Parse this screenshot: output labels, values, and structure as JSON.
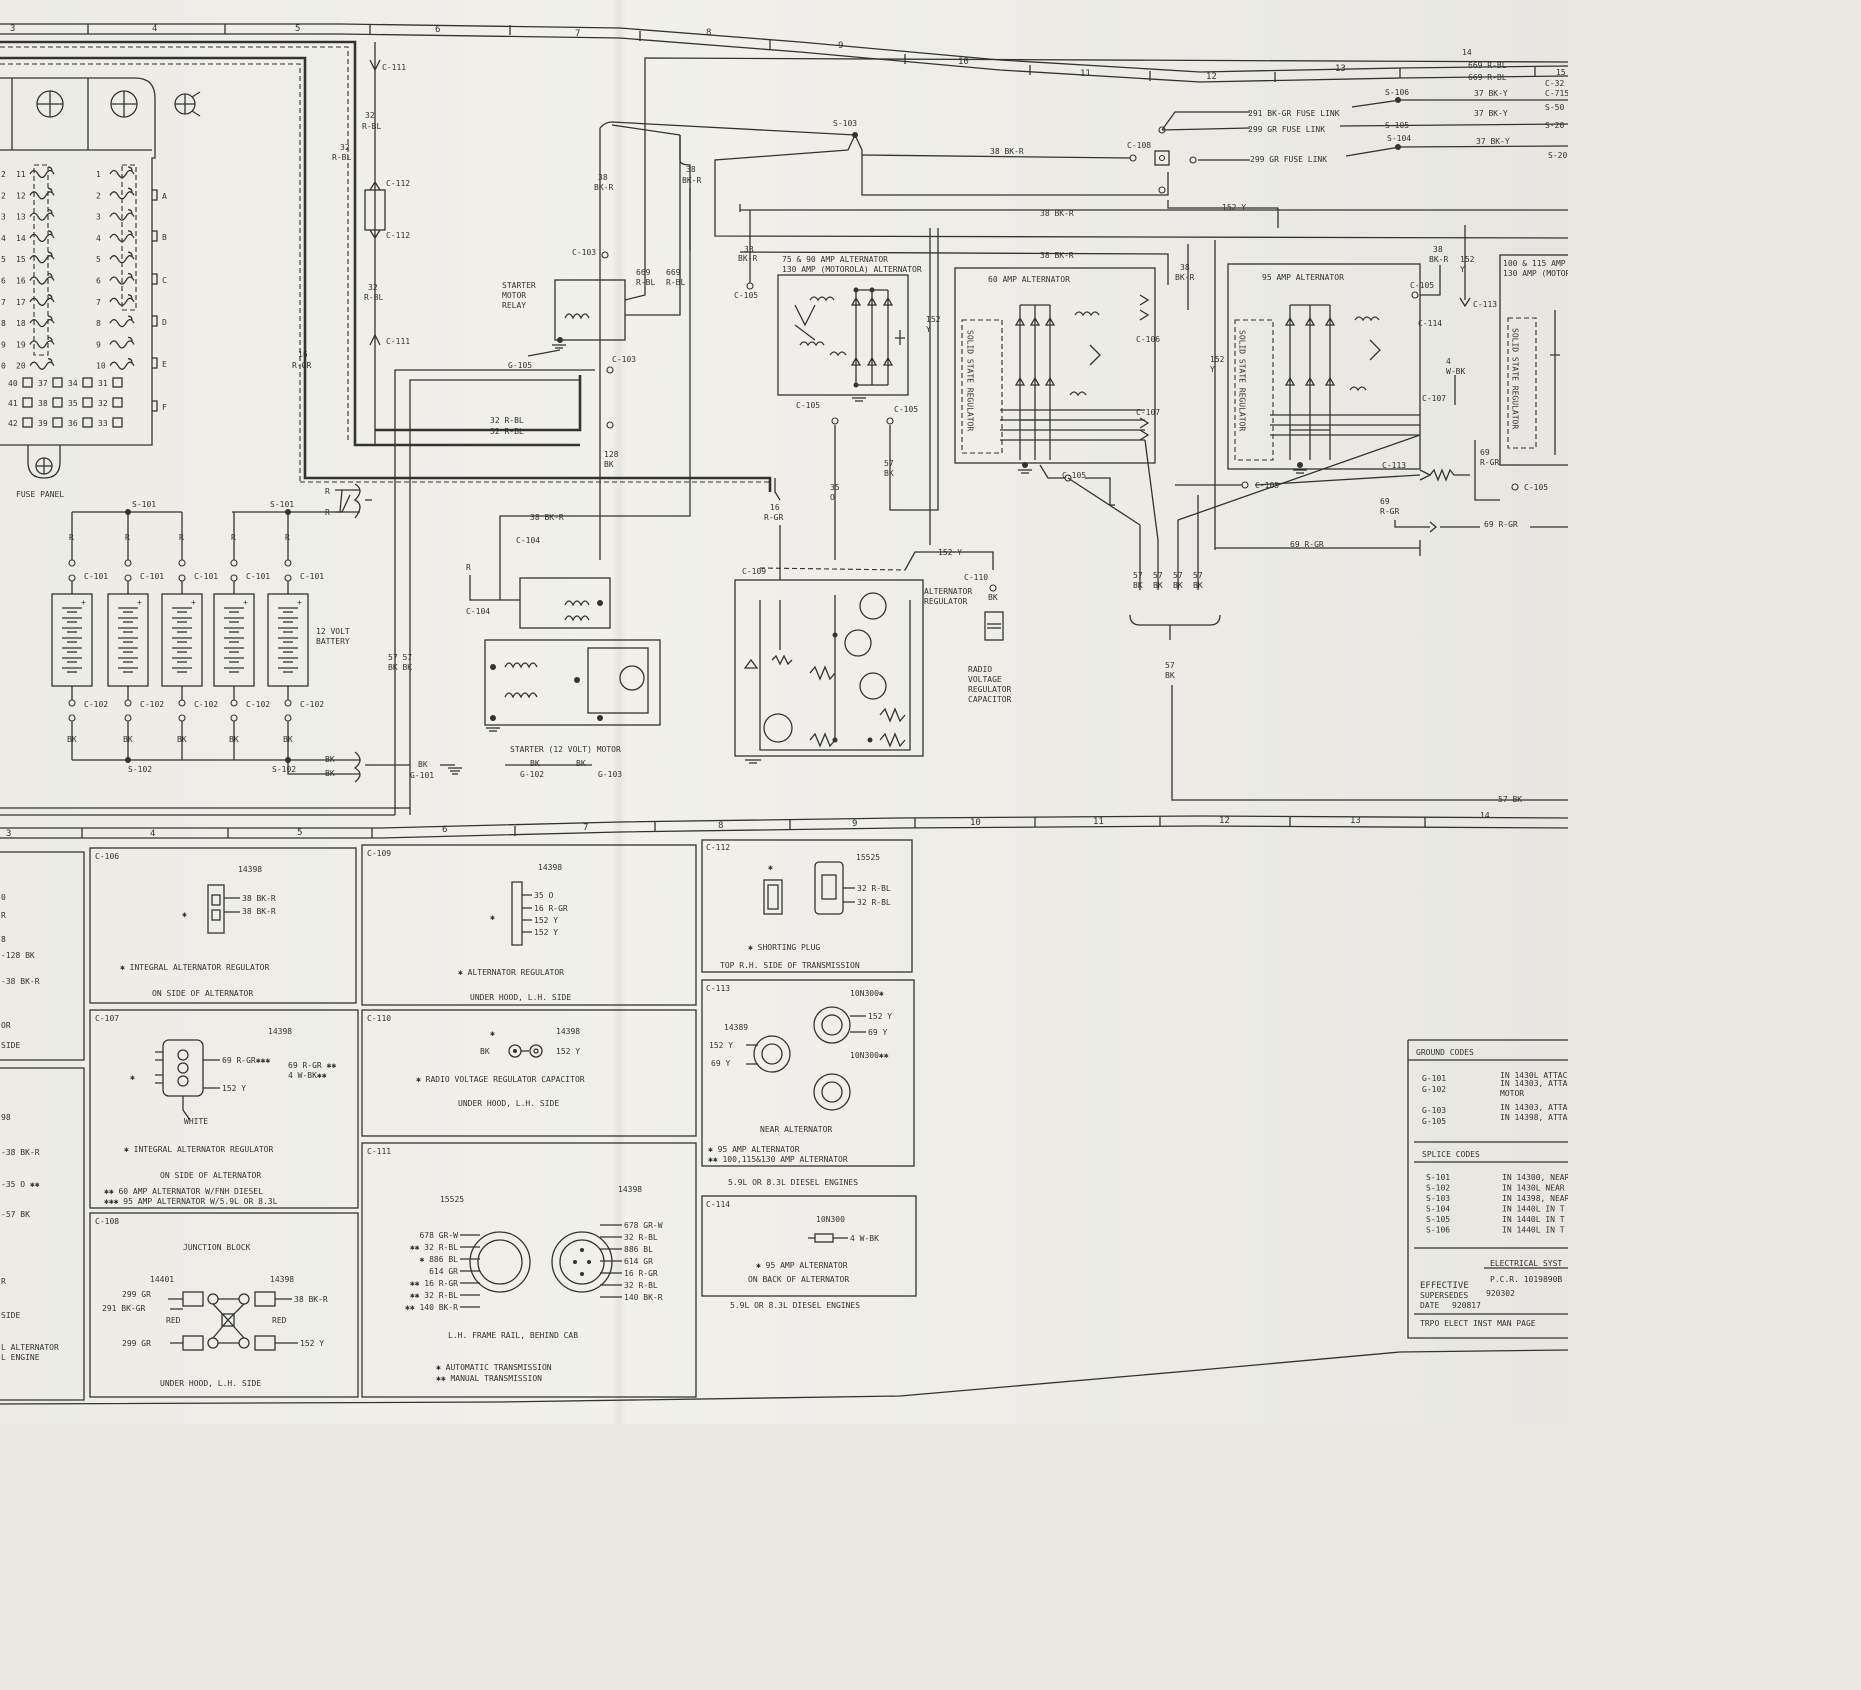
{
  "zones_top": [
    "3",
    "4",
    "5",
    "6",
    "7",
    "8",
    "9",
    "10",
    "11",
    "12",
    "13",
    "14",
    "15"
  ],
  "zones_bottom": [
    "3",
    "4",
    "5",
    "6",
    "7",
    "8",
    "9",
    "10",
    "11",
    "12",
    "13",
    "14"
  ],
  "fuse_panel": {
    "label": "FUSE PANEL",
    "left_nums": [
      "11",
      "12",
      "13",
      "14",
      "15",
      "16",
      "17",
      "18",
      "19",
      "20"
    ],
    "edge_nums": [
      "2",
      "2",
      "3",
      "4",
      "5",
      "6",
      "7",
      "8",
      "9",
      "0"
    ],
    "right_nums": [
      "1",
      "2",
      "3",
      "4",
      "5",
      "6",
      "7",
      "8",
      "9",
      "10"
    ],
    "row_letters": [
      "A",
      "B",
      "C",
      "D",
      "E",
      "F"
    ],
    "grid_rows": [
      [
        "40",
        "37",
        "34",
        "31"
      ],
      [
        "41",
        "38",
        "35",
        "32"
      ],
      [
        "42",
        "39",
        "36",
        "33"
      ]
    ]
  },
  "main": {
    "c111": "C-111",
    "c112": "C-112",
    "w32_rbl": "32",
    "rbl": "R-BL",
    "w16": "16",
    "rgr": "R-GR",
    "w32_rbl_lbl": "32 R-BL",
    "s101": "S-101",
    "s102": "S-102",
    "s103": "S-103",
    "s104": "S-104",
    "s105": "S-105",
    "s106": "S-106",
    "c101": "C-101",
    "c102": "C-102",
    "c103": "C-103",
    "c104": "C-104",
    "c105": "C-105",
    "c106": "C-106",
    "c107": "C-107",
    "c108": "C-108",
    "c109": "C-109",
    "c110": "C-110",
    "c113": "C-113",
    "c114": "C-114",
    "g101": "G-101",
    "g102": "G-102",
    "g103": "G-103",
    "g105": "G-105",
    "r": "R",
    "bk": "BK",
    "battery": "12 VOLT\nBATTERY",
    "w57_bk_bk": "57 57\nBK BK",
    "w38": "38",
    "bkr": "BK-R",
    "w38_bkr": "38 BK-R",
    "w669": "669",
    "w669_rbl": "669\nR-BL",
    "starter_relay": "STARTER\nMOTOR\nRELAY",
    "w128_bk": "128\nBK",
    "starter_motor": "STARTER (12 VOLT) MOTOR",
    "w16_rgr": "16\nR-GR",
    "w35_o": "35\nO",
    "w57_bk": "57\nBK",
    "w152_y": "152 Y",
    "w152": "152\nY",
    "alt_reg": "ALTERNATOR\nREGULATOR",
    "radio_cap": "RADIO\nVOLTAGE\nREGULATOR\nCAPACITOR",
    "alt_75_90": "75 & 90 AMP ALTERNATOR\n130 AMP (MOTOROLA) ALTERNATOR",
    "alt_60": "60 AMP ALTERNATOR",
    "alt_95": "95 AMP ALTERNATOR",
    "alt_100": "100 & 115 AMP (\n130 AMP (MOTOR",
    "ssr": "SOLID STATE REGULATOR",
    "fuse_291": "291 BK-GR FUSE LINK",
    "fuse_299a": "299 GR FUSE LINK",
    "fuse_299b": "299 GR FUSE LINK",
    "w669_rbl_r": "669 R-BL",
    "w37_bky": "37 BK-Y",
    "c32": "C-32",
    "c715": "C-715",
    "s50": "S-50",
    "s20": "S-20",
    "w69_rgr": "69\nR-GR",
    "w69_rgr_h": "69 R-GR",
    "w4_wbk": "4\nW-BK",
    "w57_bk_h": "57 BK"
  },
  "panels": {
    "c106": {
      "id": "C-106",
      "part": "14398",
      "pins": [
        "38 BK-R",
        "38 BK-R"
      ],
      "desc": "✱ INTEGRAL ALTERNATOR REGULATOR",
      "loc": "ON SIDE OF ALTERNATOR"
    },
    "c109": {
      "id": "C-109",
      "part": "14398",
      "pins": [
        "35 O",
        "16 R-GR",
        "152 Y",
        "152 Y"
      ],
      "desc": "✱ ALTERNATOR REGULATOR",
      "loc": "UNDER HOOD, L.H. SIDE"
    },
    "c112": {
      "id": "C-112",
      "part": "15525",
      "pins": [
        "32 R-BL",
        "32 R-BL"
      ],
      "desc": "✱ SHORTING PLUG",
      "loc": "TOP R.H. SIDE OF TRANSMISSION",
      "mark": "✱"
    },
    "c107": {
      "id": "C-107",
      "part": "14398",
      "pins": [
        "69 R-GR✱✱✱",
        "69 R-GR ✱✱",
        "4 W-BK✱✱",
        "152 Y"
      ],
      "color": "WHITE",
      "desc": "✱ INTEGRAL ALTERNATOR REGULATOR",
      "loc": "ON SIDE OF ALTERNATOR",
      "notes": [
        "✱✱  60 AMP ALTERNATOR W/FNH DIESEL",
        "✱✱✱ 95 AMP ALTERNATOR W/5.9L OR 8.3L"
      ]
    },
    "c110": {
      "id": "C-110",
      "part": "14398",
      "pins": [
        "BK",
        "152 Y"
      ],
      "mark": "✱",
      "desc": "✱ RADIO VOLTAGE REGULATOR CAPACITOR",
      "loc": "UNDER HOOD, L.H. SIDE"
    },
    "c113": {
      "id": "C-113",
      "part_a": "14389",
      "part_b": "10N300✱",
      "part_c": "10N300✱✱",
      "pins_a": [
        "152 Y",
        "69 Y"
      ],
      "pins_b": [
        "152 Y",
        "69 Y"
      ],
      "loc": "NEAR ALTERNATOR",
      "notes": [
        "✱ 95 AMP ALTERNATOR",
        "✱✱ 100,115&130 AMP ALTERNATOR"
      ],
      "engines": "5.9L OR 8.3L DIESEL ENGINES"
    },
    "c108": {
      "id": "C-108",
      "title": "JUNCTION BLOCK",
      "part_a": "14401",
      "part_b": "14398",
      "pins_l": [
        "299 GR",
        "291 BK-GR",
        "RED",
        "299 GR"
      ],
      "pins_r": [
        "38 BK-R",
        "RED",
        "152 Y"
      ],
      "loc": "UNDER HOOD, L.H. SIDE"
    },
    "c111": {
      "id": "C-111",
      "part_a": "15525",
      "part_b": "14398",
      "pins_l": [
        "678 GR-W",
        "✱✱ 32 R-BL",
        "✱ 886 BL",
        "614 GR",
        "✱✱ 16 R-GR",
        "✱✱ 32 R-BL",
        "✱✱ 140 BK-R"
      ],
      "pins_r": [
        "678 GR-W",
        "32 R-BL",
        "886 BL",
        "614 GR",
        "16 R-GR",
        "32 R-BL",
        "140 BK-R"
      ],
      "loc": "L.H. FRAME RAIL, BEHIND CAB",
      "notes": [
        "✱ AUTOMATIC TRANSMISSION",
        "✱✱ MANUAL TRANSMISSION"
      ]
    },
    "c114": {
      "id": "C-114",
      "part": "10N300",
      "pin": "4 W-BK",
      "desc": "✱ 95 AMP ALTERNATOR",
      "loc": "ON BACK OF ALTERNATOR",
      "engines": "5.9L OR 8.3L DIESEL ENGINES"
    }
  },
  "left_fragments": {
    "upper": [
      "0",
      "R",
      "8",
      "-128 BK",
      "-38 BK-R",
      "OR",
      "SIDE"
    ],
    "lower": [
      "98",
      "-38 BK-R",
      "-35 O ✱✱",
      "-57 BK",
      "R",
      "SIDE",
      "L ALTERNATOR",
      "L ENGINE"
    ]
  },
  "ground_codes": {
    "title": "GROUND CODES",
    "codes": [
      "G-101",
      "G-102",
      "G-103",
      "G-105"
    ],
    "descs": [
      "IN 1430L ATTAC",
      "IN 14303, ATTA",
      "MOTOR",
      "IN 14303, ATTA",
      "IN 14398, ATTA"
    ]
  },
  "splice_codes": {
    "title": "SPLICE CODES",
    "codes": [
      "S-101",
      "S-102",
      "S-103",
      "S-104",
      "S-105",
      "S-106"
    ],
    "descs": [
      "IN 14300, NEAR",
      "IN 1430L NEAR",
      "IN 14398, NEAR",
      "IN 1440L IN T",
      "IN 1440L IN T",
      "IN 1440L IN T"
    ]
  },
  "title_block": {
    "system": "ELECTRICAL SYST",
    "effective": "EFFECTIVE",
    "pcr": "P.C.R. 1019890B",
    "supersedes": "SUPERSEDES",
    "sup_num": "920302",
    "date": "DATE",
    "date_num": "920817",
    "footer": "TRPO ELECT INST MAN PAGE"
  }
}
